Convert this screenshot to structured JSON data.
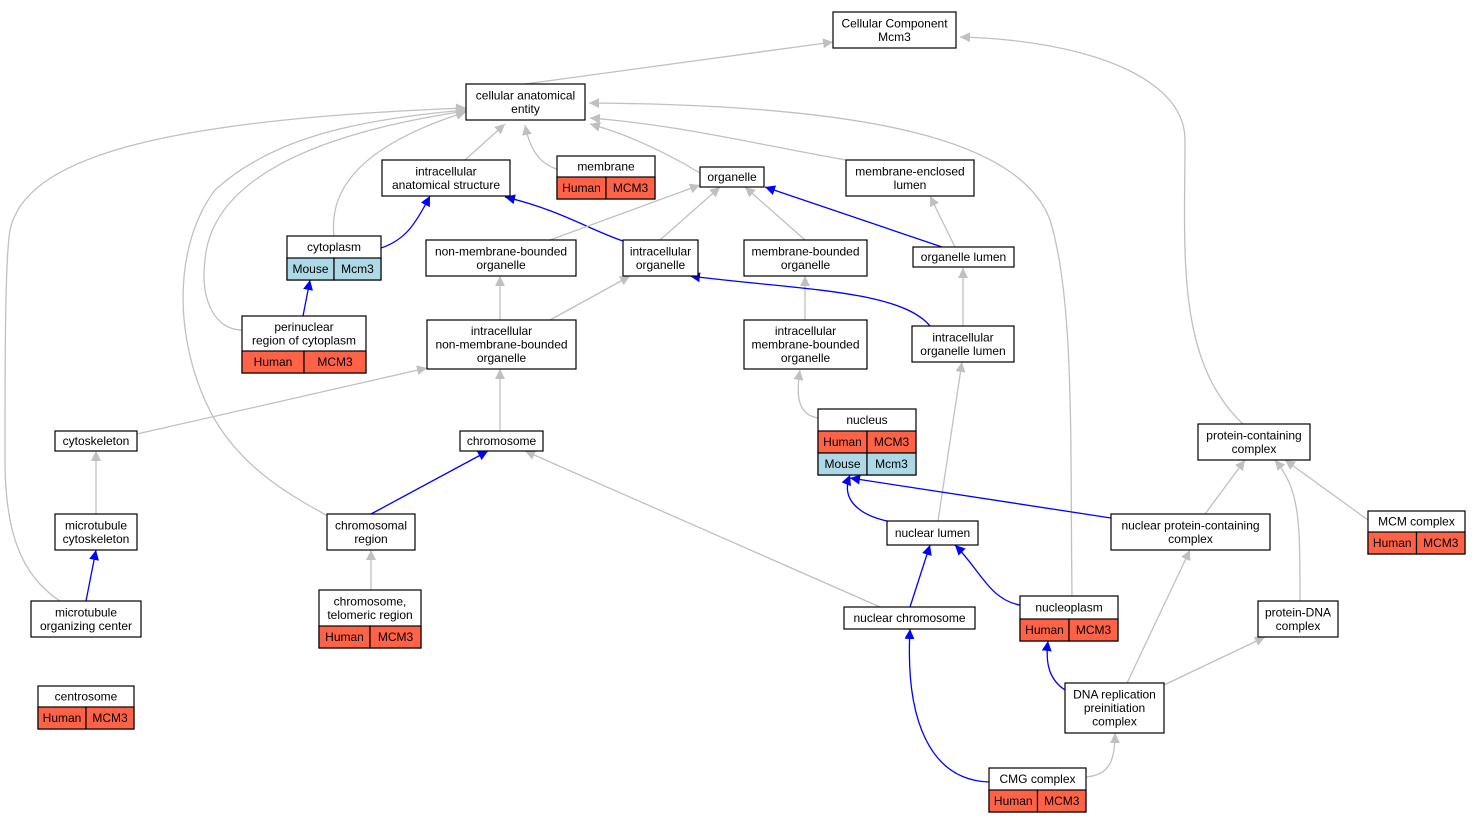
{
  "colors": {
    "human": "#ff6347",
    "mouse": "#add8e6",
    "direct_edge": "#0000ff",
    "indirect_edge": "#c0c0c0",
    "node_border": "#000000",
    "node_fill": "#ffffff"
  },
  "nodes": {
    "root": {
      "lines": [
        "Cellular Component",
        "Mcm3"
      ]
    },
    "cae": {
      "lines": [
        "cellular anatomical",
        "entity"
      ]
    },
    "ias": {
      "lines": [
        "intracellular",
        "anatomical structure"
      ]
    },
    "membrane": {
      "lines": [
        "membrane"
      ],
      "ann": [
        [
          "Human",
          "MCM3"
        ]
      ]
    },
    "organelle": {
      "lines": [
        "organelle"
      ]
    },
    "mel": {
      "lines": [
        "membrane-enclosed",
        "lumen"
      ]
    },
    "cytoplasm": {
      "lines": [
        "cytoplasm"
      ],
      "ann": [
        [
          "Mouse",
          "Mcm3"
        ]
      ]
    },
    "nmbo": {
      "lines": [
        "non-membrane-bounded",
        "organelle"
      ]
    },
    "io": {
      "lines": [
        "intracellular",
        "organelle"
      ]
    },
    "mbo": {
      "lines": [
        "membrane-bounded",
        "organelle"
      ]
    },
    "ol": {
      "lines": [
        "organelle lumen"
      ]
    },
    "pnc": {
      "lines": [
        "perinuclear",
        "region of cytoplasm"
      ],
      "ann": [
        [
          "Human",
          "MCM3"
        ]
      ]
    },
    "inmbo": {
      "lines": [
        "intracellular",
        "non-membrane-bounded",
        "organelle"
      ]
    },
    "imbo": {
      "lines": [
        "intracellular",
        "membrane-bounded",
        "organelle"
      ]
    },
    "iol": {
      "lines": [
        "intracellular",
        "organelle lumen"
      ]
    },
    "cytoskeleton": {
      "lines": [
        "cytoskeleton"
      ]
    },
    "chromosome": {
      "lines": [
        "chromosome"
      ]
    },
    "nucleus": {
      "lines": [
        "nucleus"
      ],
      "ann": [
        [
          "Human",
          "MCM3"
        ],
        [
          "Mouse",
          "Mcm3"
        ]
      ]
    },
    "pcc": {
      "lines": [
        "protein-containing",
        "complex"
      ]
    },
    "mtc": {
      "lines": [
        "microtubule",
        "cytoskeleton"
      ]
    },
    "chromreg": {
      "lines": [
        "chromosomal",
        "region"
      ]
    },
    "nl": {
      "lines": [
        "nuclear lumen"
      ]
    },
    "npcc": {
      "lines": [
        "nuclear protein-containing",
        "complex"
      ]
    },
    "mcm": {
      "lines": [
        "MCM complex"
      ],
      "ann": [
        [
          "Human",
          "MCM3"
        ]
      ]
    },
    "moc": {
      "lines": [
        "microtubule",
        "organizing center"
      ]
    },
    "ctr": {
      "lines": [
        "chromosome,",
        "telomeric region"
      ],
      "ann": [
        [
          "Human",
          "MCM3"
        ]
      ]
    },
    "nchr": {
      "lines": [
        "nuclear chromosome"
      ]
    },
    "nucleoplasm": {
      "lines": [
        "nucleoplasm"
      ],
      "ann": [
        [
          "Human",
          "MCM3"
        ]
      ]
    },
    "pdc": {
      "lines": [
        "protein-DNA",
        "complex"
      ]
    },
    "centrosome": {
      "lines": [
        "centrosome"
      ],
      "ann": [
        [
          "Human",
          "MCM3"
        ]
      ]
    },
    "dpic": {
      "lines": [
        "DNA replication",
        "preinitiation",
        "complex"
      ]
    },
    "cmg": {
      "lines": [
        "CMG complex"
      ],
      "ann": [
        [
          "Human",
          "MCM3"
        ]
      ]
    }
  },
  "edges": [
    {
      "from": "cae",
      "to": "root",
      "type": "indirect"
    },
    {
      "from": "pcc",
      "to": "root",
      "type": "indirect"
    },
    {
      "from": "ias",
      "to": "cae",
      "type": "indirect"
    },
    {
      "from": "membrane",
      "to": "cae",
      "type": "indirect"
    },
    {
      "from": "organelle",
      "to": "cae",
      "type": "indirect"
    },
    {
      "from": "mel",
      "to": "cae",
      "type": "indirect"
    },
    {
      "from": "cytoplasm",
      "to": "cae",
      "type": "indirect"
    },
    {
      "from": "pnc",
      "to": "cae",
      "type": "indirect"
    },
    {
      "from": "chromreg",
      "to": "cae",
      "type": "indirect"
    },
    {
      "from": "moc",
      "to": "cae",
      "type": "indirect"
    },
    {
      "from": "nucleoplasm",
      "to": "cae",
      "type": "indirect"
    },
    {
      "from": "cytoplasm",
      "to": "ias",
      "type": "direct"
    },
    {
      "from": "io",
      "to": "ias",
      "type": "direct"
    },
    {
      "from": "nmbo",
      "to": "organelle",
      "type": "indirect"
    },
    {
      "from": "io",
      "to": "organelle",
      "type": "indirect"
    },
    {
      "from": "mbo",
      "to": "organelle",
      "type": "indirect"
    },
    {
      "from": "ol",
      "to": "organelle",
      "type": "direct"
    },
    {
      "from": "ol",
      "to": "mel",
      "type": "indirect"
    },
    {
      "from": "pnc",
      "to": "cytoplasm",
      "type": "direct"
    },
    {
      "from": "inmbo",
      "to": "nmbo",
      "type": "indirect"
    },
    {
      "from": "inmbo",
      "to": "io",
      "type": "indirect"
    },
    {
      "from": "imbo",
      "to": "mbo",
      "type": "indirect"
    },
    {
      "from": "iol",
      "to": "io",
      "type": "direct"
    },
    {
      "from": "iol",
      "to": "ol",
      "type": "indirect"
    },
    {
      "from": "cytoskeleton",
      "to": "inmbo",
      "type": "indirect"
    },
    {
      "from": "chromosome",
      "to": "inmbo",
      "type": "indirect"
    },
    {
      "from": "nucleus",
      "to": "imbo",
      "type": "indirect"
    },
    {
      "from": "nl",
      "to": "iol",
      "type": "indirect"
    },
    {
      "from": "mtc",
      "to": "cytoskeleton",
      "type": "indirect"
    },
    {
      "from": "chromreg",
      "to": "chromosome",
      "type": "direct"
    },
    {
      "from": "nchr",
      "to": "chromosome",
      "type": "indirect"
    },
    {
      "from": "nl",
      "to": "nucleus",
      "type": "direct"
    },
    {
      "from": "npcc",
      "to": "nucleus",
      "type": "direct"
    },
    {
      "from": "npcc",
      "to": "pcc",
      "type": "indirect"
    },
    {
      "from": "mcm",
      "to": "pcc",
      "type": "indirect"
    },
    {
      "from": "pdc",
      "to": "pcc",
      "type": "indirect"
    },
    {
      "from": "moc",
      "to": "mtc",
      "type": "direct"
    },
    {
      "from": "ctr",
      "to": "chromreg",
      "type": "indirect"
    },
    {
      "from": "nchr",
      "to": "nl",
      "type": "direct"
    },
    {
      "from": "nucleoplasm",
      "to": "nl",
      "type": "direct"
    },
    {
      "from": "centrosome",
      "to": "moc",
      "type": "indirect"
    },
    {
      "from": "dpic",
      "to": "nucleoplasm",
      "type": "direct"
    },
    {
      "from": "dpic",
      "to": "npcc",
      "type": "indirect"
    },
    {
      "from": "dpic",
      "to": "pdc",
      "type": "indirect"
    },
    {
      "from": "cmg",
      "to": "nchr",
      "type": "direct"
    },
    {
      "from": "cmg",
      "to": "dpic",
      "type": "indirect"
    }
  ]
}
